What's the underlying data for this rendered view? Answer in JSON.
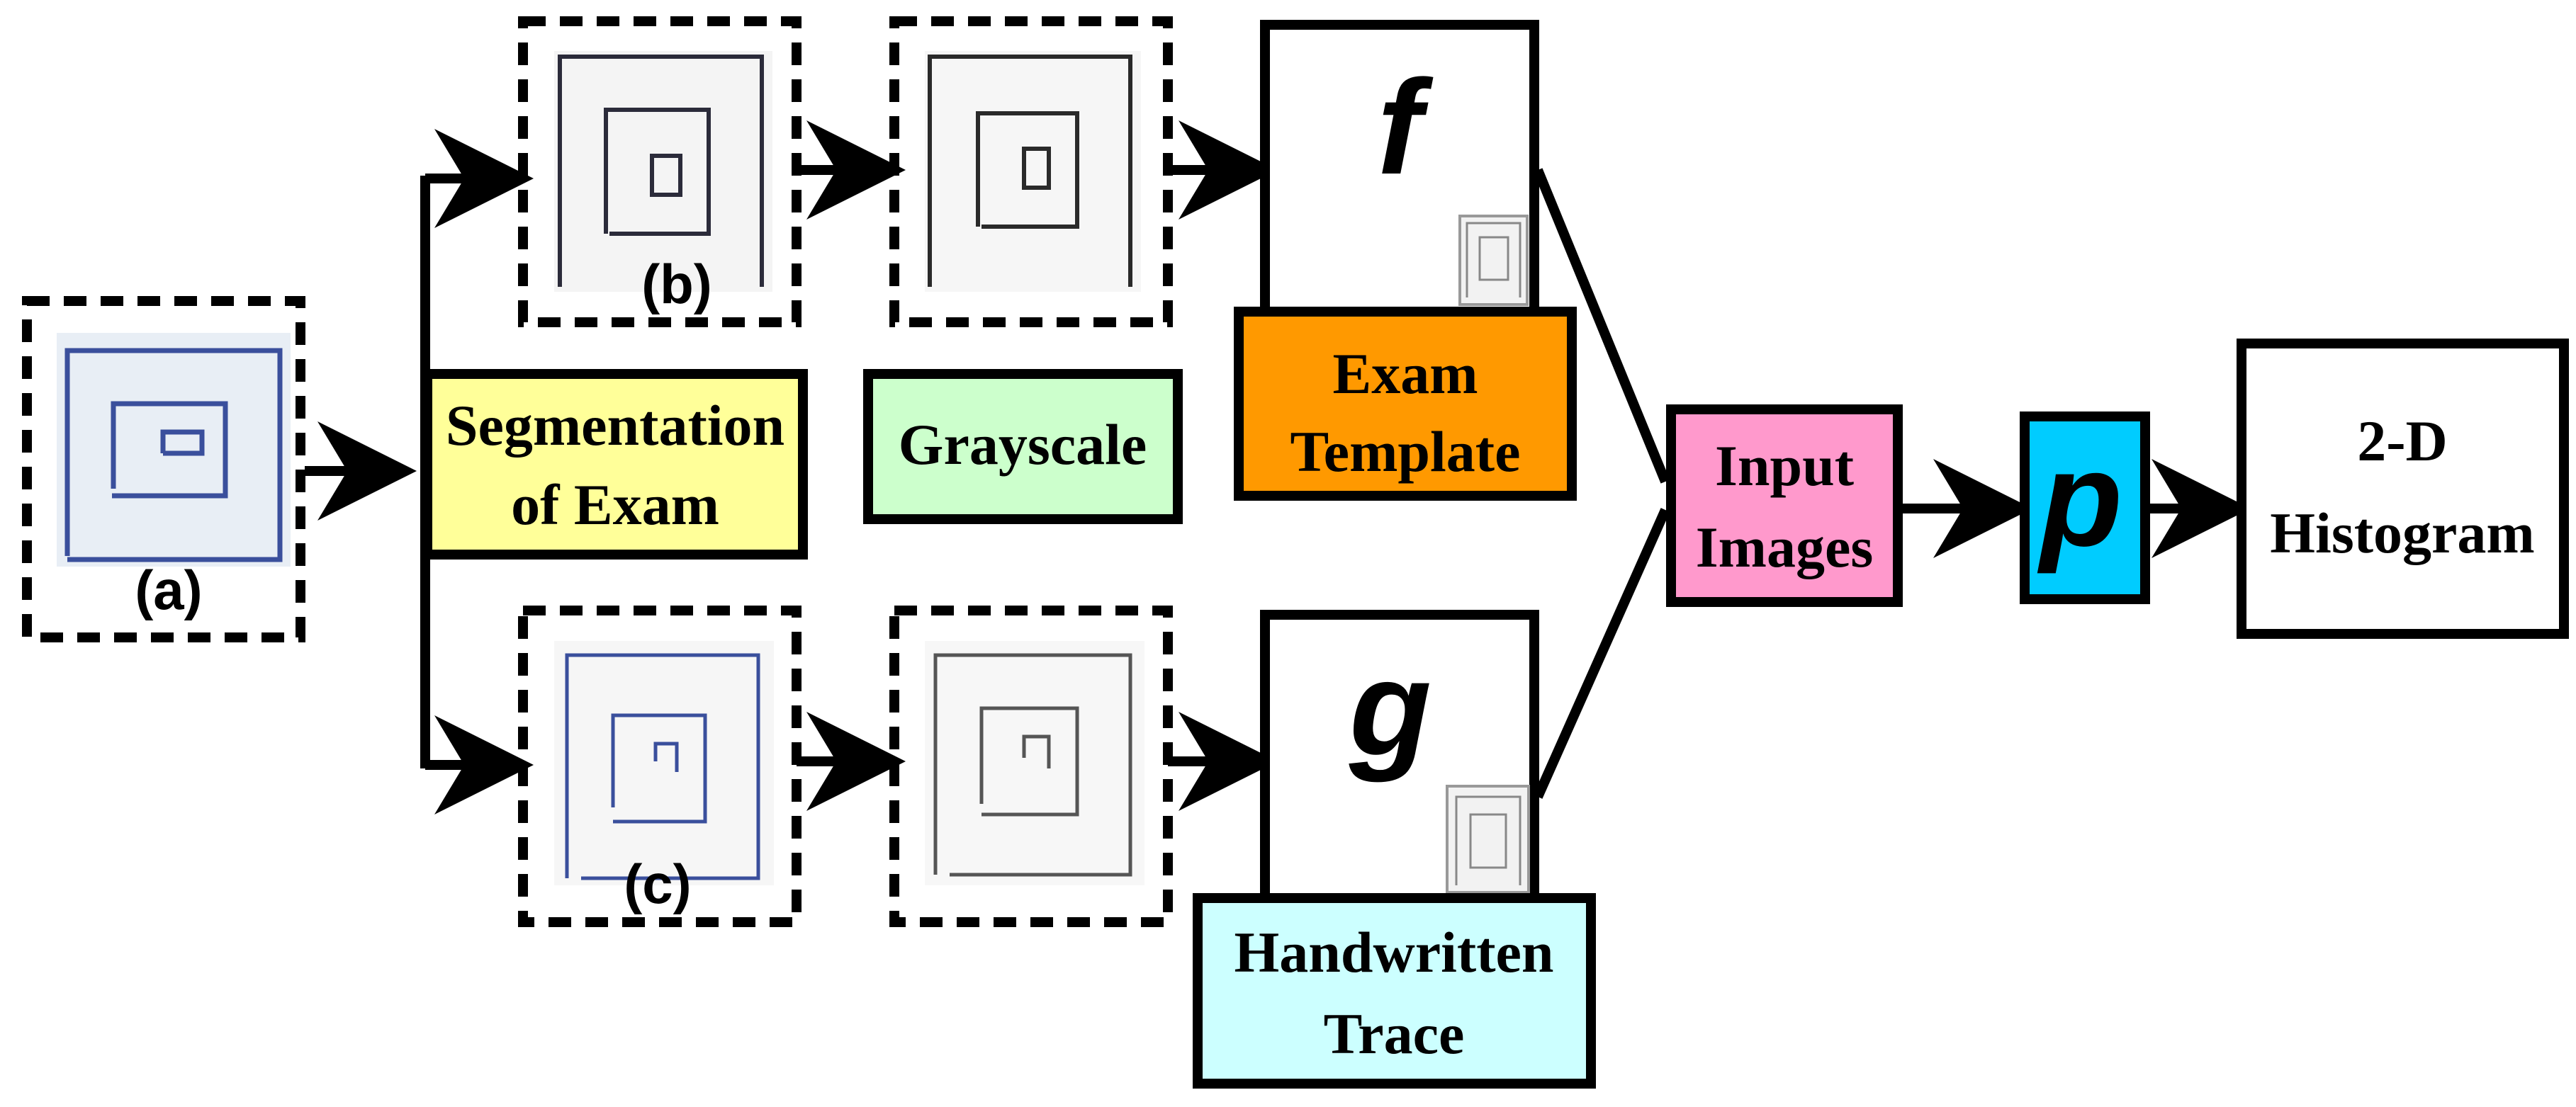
{
  "colors": {
    "segmentation_fill": "#ffff99",
    "grayscale_fill": "#ccffcc",
    "exam_template_fill": "#ff9900",
    "handwritten_trace_fill": "#ccffff",
    "input_images_fill": "#ff99cc",
    "p_fill": "#00ccff",
    "histogram_fill": "#ffffff",
    "ink_blue": "#3a4f9c",
    "ink_dark": "#2b2b3a",
    "stroke": "#000000"
  },
  "labels": {
    "a": "(a)",
    "b": "(b)",
    "c": "(c)",
    "segmentation_line1": "Segmentation",
    "segmentation_line2": "of Exam",
    "grayscale": "Grayscale",
    "f": "f",
    "g": "g",
    "exam_template_line1": "Exam",
    "exam_template_line2": "Template",
    "handwritten_line1": "Handwritten",
    "handwritten_line2": "Trace",
    "input_images_line1": "Input",
    "input_images_line2": "Images",
    "p": "p",
    "histogram_line1": "2-D",
    "histogram_line2": "Histogram"
  }
}
